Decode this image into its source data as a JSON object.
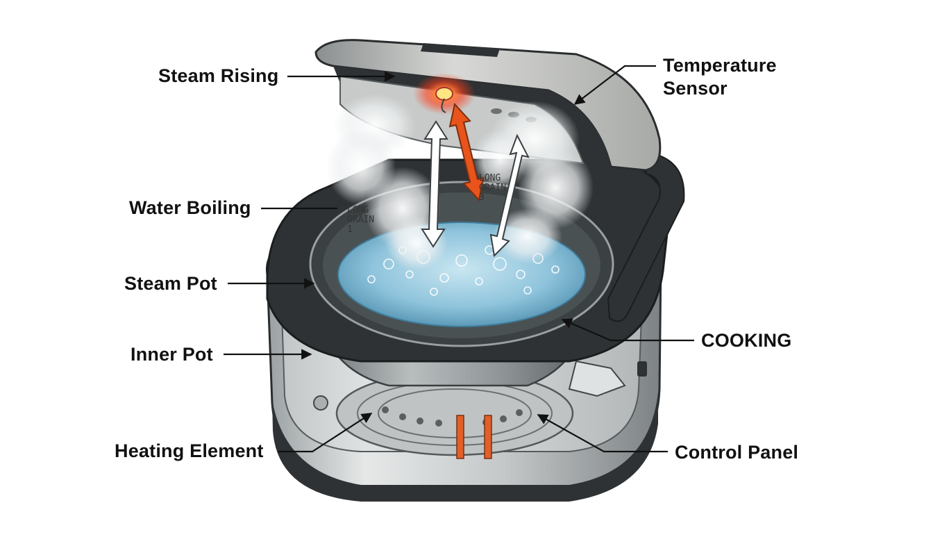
{
  "labels": {
    "steam_rising": "Steam Rising",
    "temperature_sensor_line1": "Temperature",
    "temperature_sensor_line2": "Sensor",
    "water_boiling": "Water Boiling",
    "steam_pot": "Steam Pot",
    "inner_pot": "Inner Pot",
    "cooking": "COOKING",
    "heating_element": "Heating Element",
    "control_panel": "Control Panel"
  },
  "pot_markings": {
    "left_line1": "LONG",
    "left_line2": "GRAIN",
    "left_line3": "1",
    "right_line1": "LONG",
    "right_line2": "GRAIN",
    "right_line3": "3"
  },
  "colors": {
    "body_dark": "#2e3234",
    "body_silver": "#c9cdce",
    "water": "#8fc4dc",
    "sensor_glow": "#ff3b1a",
    "heat_arrow": "#e8541c",
    "heating_rods": "#e0602a",
    "steam": "#ffffff"
  }
}
